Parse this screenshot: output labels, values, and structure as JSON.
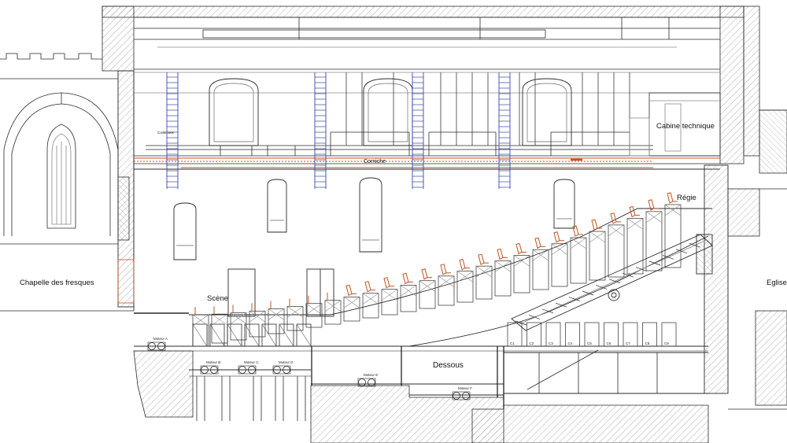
{
  "labels": {
    "chapelle": "Chapelle des fresques",
    "cabine": "Cabine technique",
    "corniche": "Corniche",
    "regie": "Régie",
    "scene": "Scène",
    "eglise": "Eglise",
    "dessous": "Dessous",
    "caillebotis": "Caillebotis"
  },
  "motors": [
    "Moteur A",
    "Moteur B",
    "Moteur C",
    "Moteur D",
    "Moteur E",
    "Moteur F"
  ],
  "bays": [
    "C1",
    "C2",
    "C3",
    "C4",
    "C5",
    "C6",
    "C7",
    "C8",
    "C9"
  ],
  "colors": {
    "line": "#2a2a2a",
    "light": "#8a8a8a",
    "ladder": "#3b47a8",
    "accent": "#c0541f",
    "hatch": "#9a9a9a"
  }
}
